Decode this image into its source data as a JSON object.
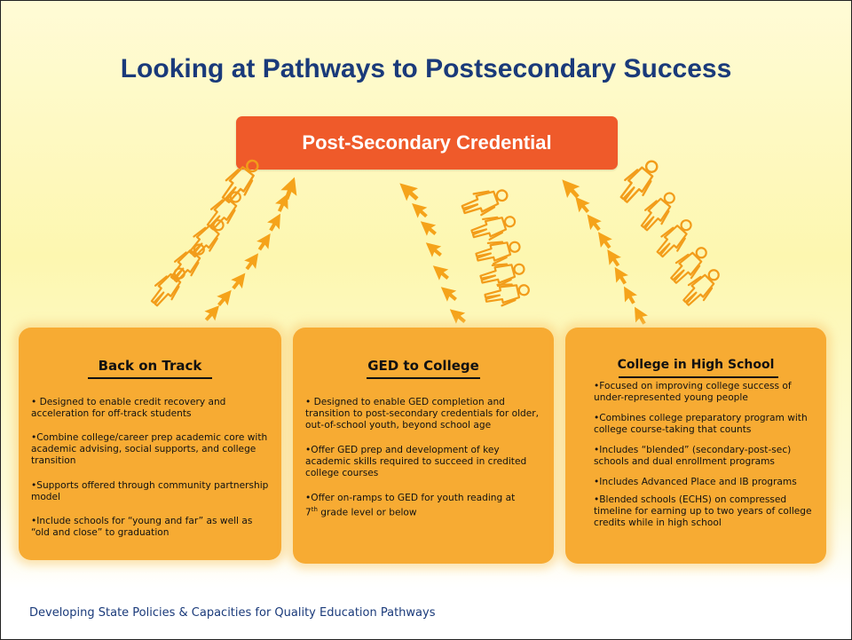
{
  "slide": {
    "title": "Looking at Pathways to Postsecondary Success",
    "top_box": "Post-Secondary Credential",
    "footer": "Developing State Policies & Capacities for Quality Education Pathways"
  },
  "pathways": [
    {
      "title": "Back on Track",
      "bullets": [
        "• Designed to enable credit recovery and acceleration for off-track students",
        "•Combine college/career prep academic core with academic advising, social supports, and college transition",
        "•Supports offered through community partnership model",
        "•Include schools for “young and far” as well as “old and close” to graduation"
      ]
    },
    {
      "title": "GED to College",
      "bullets": [
        "• Designed to enable GED completion and transition to post-secondary credentials for older, out-of-school youth, beyond school age",
        "•Offer GED prep and development of key academic skills required to succeed in credited college courses",
        "•Offer on-ramps to GED for youth reading at",
        "7",
        "th",
        " grade level or below"
      ]
    },
    {
      "title": "College in High School",
      "bullets": [
        "•Focused on improving college success of under-represented young people",
        "•Combines college preparatory program with college course-taking that counts",
        "•Includes “blended” (secondary-post-sec) schools and dual enrollment programs",
        "•Includes Advanced Place and IB programs",
        "•Blended schools (ECHS) on compressed timeline for earning up to two years of college credits while in high school"
      ]
    }
  ],
  "colors": {
    "title": "#1a3a7a",
    "credential_box": "#ef5a2a",
    "pathway_box": "#f7ab33",
    "arrow": "#f5a31a"
  },
  "icons": [
    "person-icon",
    "arrow-up-icon"
  ]
}
